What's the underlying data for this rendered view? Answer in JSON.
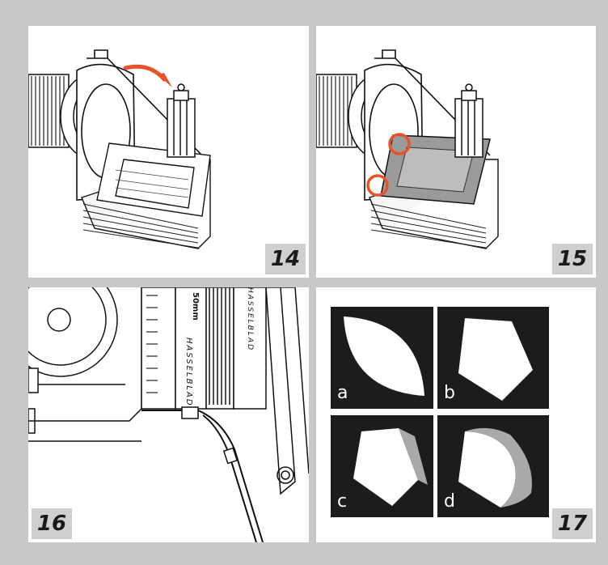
{
  "panels": [
    {
      "id": "14",
      "label": "14"
    },
    {
      "id": "15",
      "label": "15"
    },
    {
      "id": "16",
      "label": "16"
    },
    {
      "id": "17",
      "label": "17"
    }
  ],
  "lens_markings": {
    "brand_vertical": "HASSELBLAD",
    "focal": "50mm"
  },
  "apertures": [
    {
      "letter": "a",
      "shape": "lens-shaped"
    },
    {
      "letter": "b",
      "shape": "pentagon"
    },
    {
      "letter": "c",
      "shape": "pentagon-partial"
    },
    {
      "letter": "d",
      "shape": "curved-partial"
    }
  ],
  "colors": {
    "arrow": "#e8522a",
    "highlight_circle": "#e8522a",
    "panel_bg": "#ffffff",
    "frame_bg": "#c8c8c8",
    "aperture_bg": "#1c1c1c"
  }
}
